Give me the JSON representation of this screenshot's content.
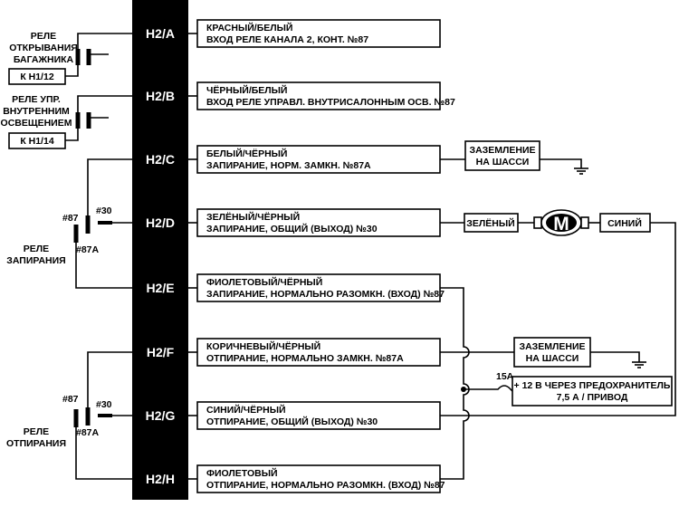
{
  "connector": {
    "pins": [
      {
        "label": "H2/A",
        "desc1": "КРАСНЫЙ/БЕЛЫЙ",
        "desc2": "ВХОД РЕЛЕ КАНАЛА 2, КОНТ. №87"
      },
      {
        "label": "H2/B",
        "desc1": "ЧЁРНЫЙ/БЕЛЫЙ",
        "desc2": "ВХОД РЕЛЕ УПРАВЛ. ВНУТРИСАЛОННЫМ ОСВ. №87"
      },
      {
        "label": "H2/C",
        "desc1": "БЕЛЫЙ/ЧЁРНЫЙ",
        "desc2": "ЗАПИРАНИЕ, НОРМ. ЗАМКН. №87А"
      },
      {
        "label": "H2/D",
        "desc1": "ЗЕЛЁНЫЙ/ЧЁРНЫЙ",
        "desc2": "ЗАПИРАНИЕ, ОБЩИЙ (ВЫХОД) №30"
      },
      {
        "label": "H2/E",
        "desc1": "ФИОЛЕТОВЫЙ/ЧЁРНЫЙ",
        "desc2": "ЗАПИРАНИЕ, НОРМАЛЬНО РАЗОМКН. (ВХОД) №87"
      },
      {
        "label": "H2/F",
        "desc1": "КОРИЧНЕВЫЙ/ЧЁРНЫЙ",
        "desc2": "ОТПИРАНИЕ, НОРМАЛЬНО ЗАМКН. №87А"
      },
      {
        "label": "H2/G",
        "desc1": "СИНИЙ/ЧЁРНЫЙ",
        "desc2": "ОТПИРАНИЕ, ОБЩИЙ (ВЫХОД) №30"
      },
      {
        "label": "H2/H",
        "desc1": "ФИОЛЕТОВЫЙ",
        "desc2": "ОТПИРАНИЕ, НОРМАЛЬНО РАЗОМКН. (ВХОД) №87"
      }
    ]
  },
  "left": {
    "trunk_relay": [
      "РЕЛЕ",
      "ОТКРЫВАНИЯ",
      "БАГАЖНИКА"
    ],
    "trunk_tag": "К Н1/12",
    "light_relay": [
      "РЕЛЕ УПР.",
      "ВНУТРЕННИМ",
      "ОСВЕЩЕНИЕМ"
    ],
    "light_tag": "К Н1/14",
    "lock_relay": [
      "РЕЛЕ",
      "ЗАПИРАНИЯ"
    ],
    "unlock_relay": [
      "РЕЛЕ",
      "ОТПИРАНИЯ"
    ],
    "term_87": "#87",
    "term_87a": "#87А",
    "term_30": "#30"
  },
  "right": {
    "ground1": [
      "ЗАЗЕМЛЕНИЕ",
      "НА ШАССИ"
    ],
    "ground2": [
      "ЗАЗЕМЛЕНИЕ",
      "НА ШАССИ"
    ],
    "motor": "M",
    "green_wire": "ЗЕЛЁНЫЙ",
    "blue_wire": "СИНИЙ",
    "fuse_rating": "15А",
    "power": [
      "+ 12 В ЧЕРЕЗ ПРЕДОХРАНИТЕЛЬ",
      "7,5 А / ПРИВОД"
    ]
  },
  "colors": {
    "ink": "#000000",
    "paper": "#ffffff"
  }
}
